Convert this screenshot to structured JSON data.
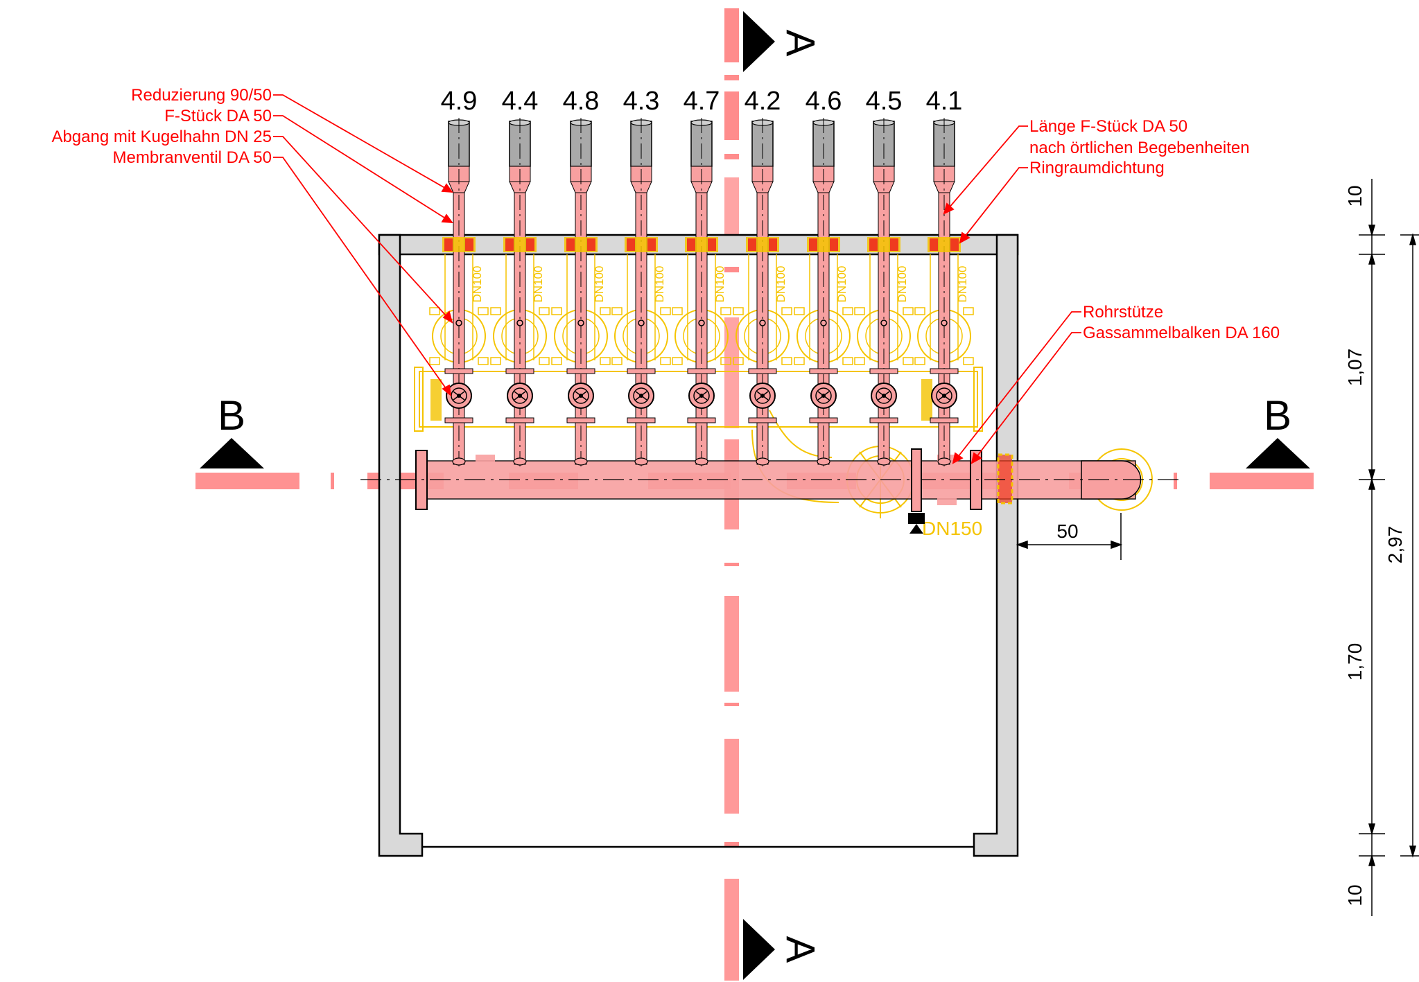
{
  "section_markers": {
    "a_top": "A",
    "a_bottom": "A",
    "b_left": "B",
    "b_right": "B"
  },
  "pipes": [
    {
      "label": "4.9"
    },
    {
      "label": "4.4"
    },
    {
      "label": "4.8"
    },
    {
      "label": "4.3"
    },
    {
      "label": "4.7"
    },
    {
      "label": "4.2"
    },
    {
      "label": "4.6"
    },
    {
      "label": "4.5"
    },
    {
      "label": "4.1"
    }
  ],
  "callouts_left": [
    "Reduzierung 90/50",
    "F-Stück DA 50",
    "Abgang mit Kugelhahn  DN 25",
    "Membranventil DA 50"
  ],
  "callouts_right_top": [
    "Länge F-Stück DA 50",
    "nach örtlichen Begebenheiten",
    "Ringraumdichtung"
  ],
  "callouts_right_mid": [
    "Rohrstütze",
    "Gassammelbalken DA 160"
  ],
  "underlay_labels": {
    "dn_branch": "DN100",
    "dn_main": "DN150"
  },
  "dimensions": {
    "horizontal": "50",
    "vertical_inner": [
      "10",
      "1,07",
      "1,70",
      "10"
    ],
    "vertical_outer": "2,97"
  },
  "colors": {
    "annotation": "#ff0000",
    "pipe": "#f8a0a0",
    "section_line": "#ff6b6b",
    "underlay": "#f5c400",
    "wall": "#d9d9d9",
    "seal": "#ef3b1f"
  }
}
